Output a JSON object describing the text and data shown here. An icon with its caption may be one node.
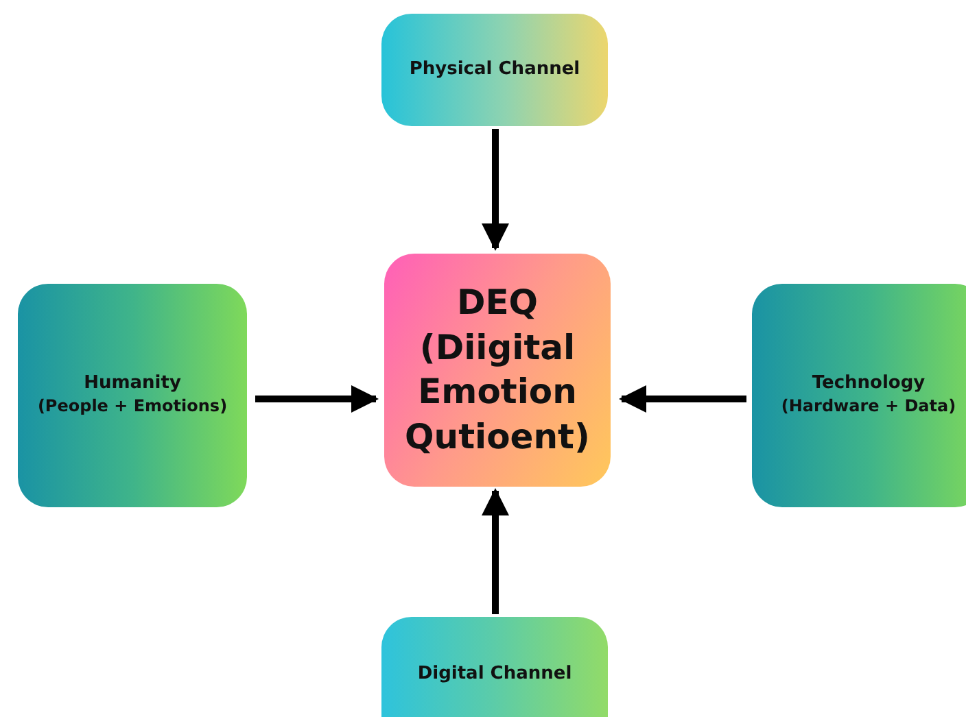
{
  "diagram": {
    "nodes": [
      {
        "text": [
          "Physical Channel"
        ]
      },
      {
        "text": [
          "DEQ",
          "(Diigital Emotion Qutioent)"
        ]
      },
      {
        "text": [
          "Humanity",
          "(People + Emotions)"
        ]
      },
      {
        "text": [
          "Technology",
          "(Hardware + Data)"
        ]
      },
      {
        "text": [
          "Digital Channel"
        ]
      }
    ],
    "edges": [
      {
        "from": 0,
        "to": 1,
        "arrow": "to"
      },
      {
        "from": 2,
        "to": 1,
        "arrow": "to"
      },
      {
        "from": 3,
        "to": 1,
        "arrow": "to"
      },
      {
        "from": 4,
        "to": 1,
        "arrow": "to"
      }
    ]
  }
}
